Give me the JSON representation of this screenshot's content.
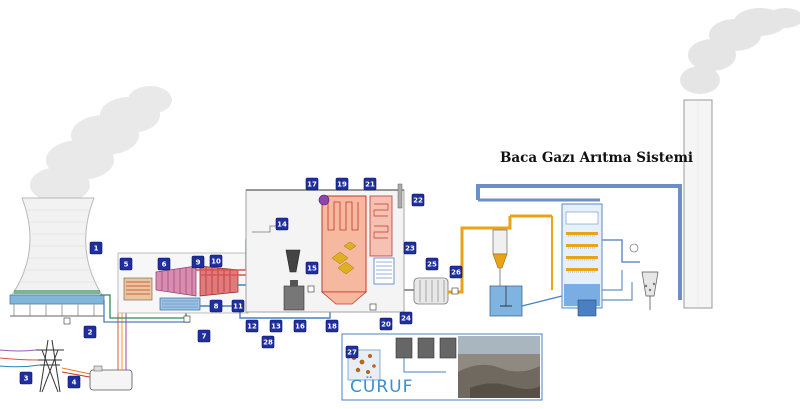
{
  "diagram": {
    "title": "Baca Gazı Arıtma Sistemi",
    "slag_label": "CÜRUF",
    "component_numbers": [
      "1",
      "2",
      "3",
      "4",
      "5",
      "6",
      "7",
      "8",
      "9",
      "10",
      "11",
      "12",
      "13",
      "14",
      "15",
      "16",
      "17",
      "18",
      "19",
      "20",
      "21",
      "22",
      "23",
      "24",
      "25",
      "26",
      "27",
      "28"
    ],
    "colors": {
      "badge": "#1f2f9e",
      "steam": "#d9534f",
      "water": "#4a7fc1",
      "flue_gas": "#e8a317",
      "duct": "#6c8fc7",
      "boiler": "#f4a48a",
      "coal": "#e0b020"
    }
  }
}
